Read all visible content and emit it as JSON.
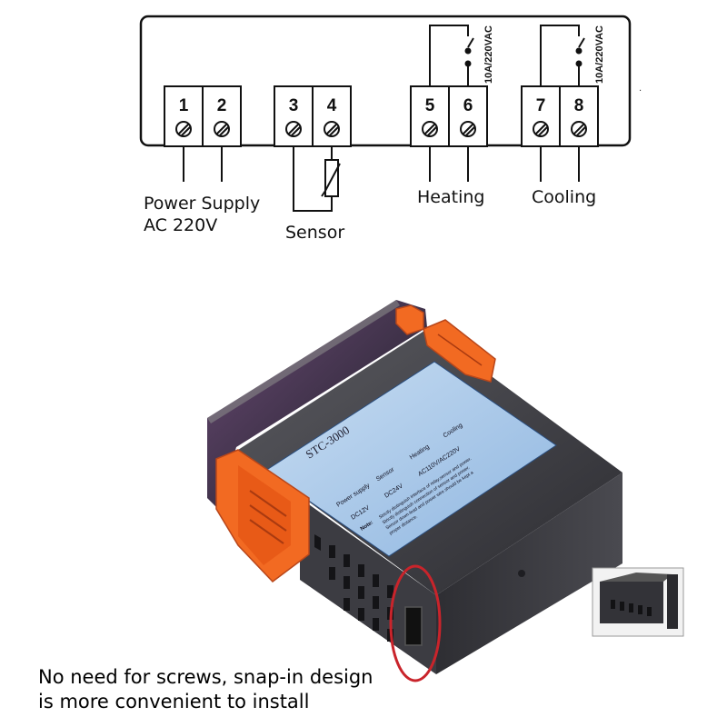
{
  "wiring": {
    "terminals": [
      "1",
      "2",
      "3",
      "4",
      "5",
      "6",
      "7",
      "8"
    ],
    "relay_rating_heating": "10A/220VAC",
    "relay_rating_cooling": "10A/220VAC",
    "labels": {
      "power_line1": "Power Supply",
      "power_line2": "AC 220V",
      "sensor": "Sensor",
      "heating": "Heating",
      "cooling": "Cooling"
    }
  },
  "product": {
    "model": "STC-3000",
    "label_power_supply": "Power supply",
    "label_sensor": "Sensor",
    "label_heating": "Heating",
    "label_cooling": "Cooling",
    "voltage_options": [
      "DC12V",
      "DC24V",
      "AC110V/AC220V"
    ],
    "note_title": "Note:",
    "note_line1": "Strictly distinguish interface of relay,sensor and power.",
    "note_line2": "Strictly distinguish connection of sensor and power.",
    "note_line3": "Sensor down-lead and power wire should be kept a",
    "note_line4": "proper distance."
  },
  "caption": {
    "line1": "No need for screws, snap-in design",
    "line2": "is more convenient to install"
  },
  "colors": {
    "clip": "#f26a22",
    "highlight_ring": "#c9242b",
    "label_panel": "#9fc4e8",
    "body": "#3b3b3f"
  }
}
